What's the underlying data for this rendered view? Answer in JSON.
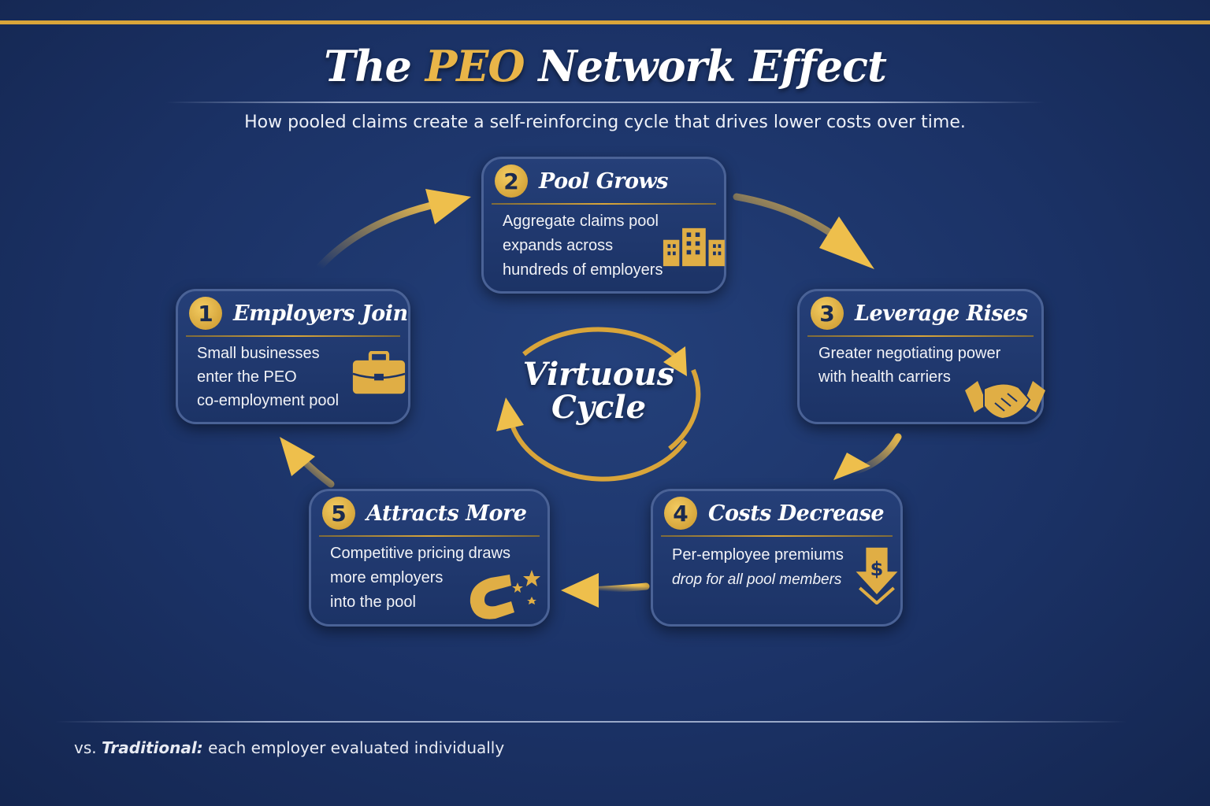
{
  "header": {
    "title_pre": "The",
    "title_highlight": "PEO",
    "title_post": "Network Effect",
    "subtitle": "How pooled claims create a self-reinforcing cycle that drives lower costs over time."
  },
  "center": {
    "line1": "Virtuous",
    "line2": "Cycle"
  },
  "steps": [
    {
      "number": "1",
      "title": "Employers Join",
      "lines": [
        "Small businesses",
        "enter the PEO",
        "co-employment pool"
      ],
      "icon": "briefcase-icon"
    },
    {
      "number": "2",
      "title": "Pool Grows",
      "lines": [
        "Aggregate claims pool",
        "expands across",
        "hundreds of employers"
      ],
      "icon": "buildings-icon"
    },
    {
      "number": "3",
      "title": "Leverage Rises",
      "lines": [
        "Greater negotiating power",
        "with health carriers"
      ],
      "icon": "handshake-icon"
    },
    {
      "number": "4",
      "title": "Costs Decrease",
      "lines": [
        "Per-employee premiums",
        "drop for all pool members"
      ],
      "icon": "dollar-down-icon"
    },
    {
      "number": "5",
      "title": "Attracts More",
      "lines": [
        "Competitive pricing draws",
        "more employers",
        "into the pool"
      ],
      "icon": "magnet-icon"
    }
  ],
  "footer": {
    "prefix": "vs.",
    "emph": "Traditional:",
    "text": "each employer evaluated individually"
  },
  "colors": {
    "accent": "#e0ae45",
    "background": "#1b3266"
  }
}
